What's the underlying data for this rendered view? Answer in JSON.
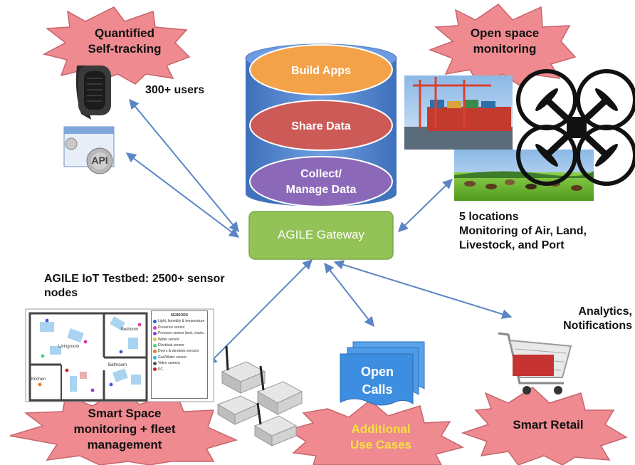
{
  "badges": {
    "quantified": [
      "Quantified",
      "Self-tracking"
    ],
    "open_space": [
      "Open space",
      "monitoring"
    ],
    "smart_space": [
      "Smart Space",
      "monitoring + fleet",
      "management"
    ],
    "additional": [
      "Additional",
      "Use Cases"
    ],
    "smart_retail": [
      "Smart Retail"
    ]
  },
  "cylinder": {
    "build": "Build Apps",
    "share": "Share Data",
    "collect": [
      "Collect/",
      "Manage Data"
    ]
  },
  "gateway": "AGILE Gateway",
  "open_calls": [
    "Open",
    "Calls"
  ],
  "labels": {
    "users": "300+ users",
    "locations": [
      "5 locations",
      "Monitoring of Air, Land,",
      "Livestock, and Port"
    ],
    "testbed": [
      "AGILE IoT Testbed: 2500+ sensor",
      "nodes"
    ],
    "analytics": [
      "Analytics,",
      "Notifications"
    ]
  },
  "api_label": "API",
  "floorplan": {
    "rooms": [
      "Bedroom",
      "Livingroom",
      "Kitchen",
      "Bathroom"
    ],
    "legend_title": "SENSORS",
    "legend": [
      {
        "label": "Light, humidity & temperature sensors",
        "color": "#3b5bd8"
      },
      {
        "label": "Presence sensor",
        "color": "#d83bb0"
      },
      {
        "label": "Pressure sensor (bed, chairs...)",
        "color": "#8a3bd8"
      },
      {
        "label": "Water sensor",
        "color": "#d8c43b"
      },
      {
        "label": "Electrical sensor",
        "color": "#3bd87a"
      },
      {
        "label": "Doors & windows sensors",
        "color": "#e07b2a"
      },
      {
        "label": "Gas/Water sensor",
        "color": "#2ab8e0"
      },
      {
        "label": "Video camera",
        "color": "#555555"
      },
      {
        "label": "PC",
        "color": "#cc2222"
      }
    ]
  },
  "colors": {
    "badge_fill": "#ee8a90",
    "arrow": "#5b86c3",
    "gateway": "#93c256",
    "cylinder": "#4f84cc",
    "orange": "#f4a24a",
    "red": "#cc5a56",
    "purple": "#8c69b8",
    "open_calls": "#3d8ee0",
    "additional_text": "#f5e142"
  }
}
